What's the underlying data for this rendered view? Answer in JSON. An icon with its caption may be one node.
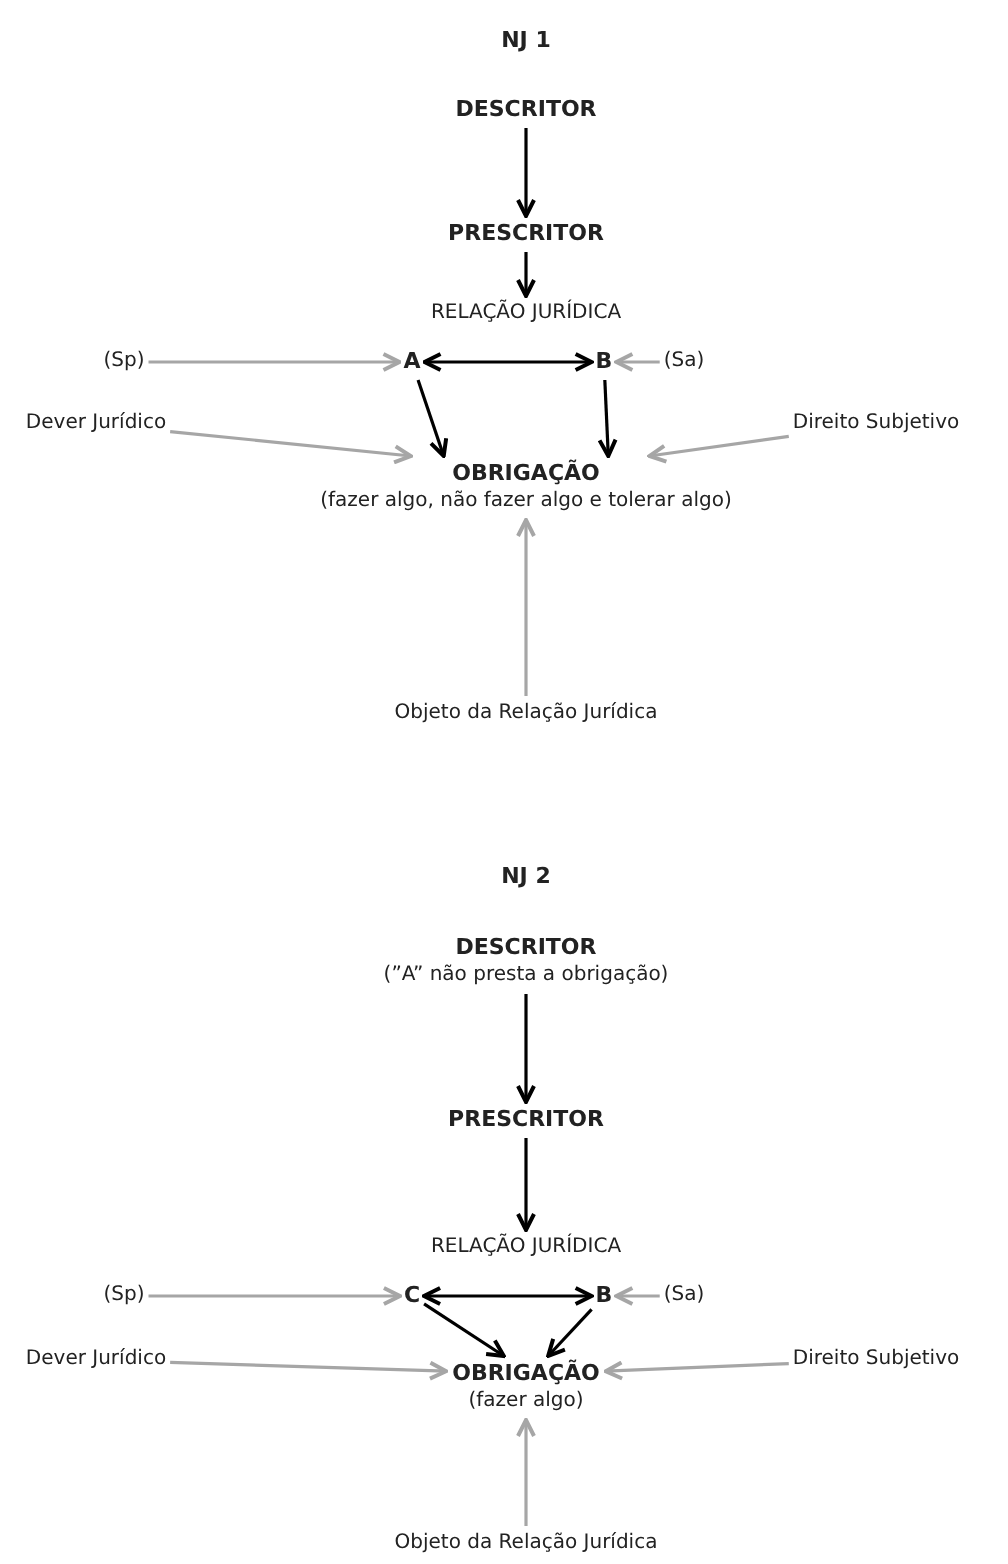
{
  "diagram": {
    "nodes": [
      {
        "text": [
          "DESCRITOR"
        ]
      },
      {
        "text": [
          "PRESCRITOR"
        ]
      },
      {
        "text": [
          "RELAÇÃO JURÍDICA"
        ]
      },
      {
        "text": [
          "(Sp)"
        ]
      },
      {
        "text": [
          "A"
        ]
      },
      {
        "text": [
          "B"
        ]
      },
      {
        "text": [
          "(Sa)"
        ]
      },
      {
        "text": [
          "Dever Jurídico"
        ]
      },
      {
        "text": [
          "Direito Subjetivo"
        ]
      },
      {
        "text": [
          "OBRIGAÇÃO",
          "(fazer algo, não fazer algo e tolerar algo)"
        ]
      },
      {
        "text": [
          "Objeto da Relação Jurídica"
        ]
      },
      {
        "text": [
          "DESCRITOR",
          "(”A” não presta a obrigação)"
        ]
      },
      {
        "text": [
          "PRESCRITOR"
        ]
      },
      {
        "text": [
          "RELAÇÃO JURÍDICA"
        ]
      },
      {
        "text": [
          "(Sp)"
        ]
      },
      {
        "text": [
          "C"
        ]
      },
      {
        "text": [
          "B"
        ]
      },
      {
        "text": [
          "(Sa)"
        ]
      },
      {
        "text": [
          "Dever Jurídico"
        ]
      },
      {
        "text": [
          "Direito Subjetivo"
        ]
      },
      {
        "text": [
          "**OBRIGAÇ**ÃO",
          "(fazer algo)"
        ]
      },
      {
        "text": [
          "Objeto da Relação Jurídica"
        ]
      }
    ],
    "edges": [
      {
        "from": 0,
        "to": 1,
        "arrow": "to"
      },
      {
        "from": 1,
        "to": 2,
        "arrow": "to"
      },
      {
        "from": 3,
        "to": 4,
        "arrow": "to",
        "color": "#a6a6a6"
      },
      {
        "from": 4,
        "to": 5,
        "arrow": "both"
      },
      {
        "from": 6,
        "to": 5,
        "arrow": "to",
        "color": "#a6a6a6"
      },
      {
        "from": 4,
        "to": 9,
        "arrow": "to"
      },
      {
        "from": 5,
        "to": 9,
        "arrow": "to"
      },
      {
        "from": 7,
        "to": 9,
        "arrow": "to",
        "color": "#a6a6a6"
      },
      {
        "from": 8,
        "to": 9,
        "arrow": "to",
        "color": "#a6a6a6"
      },
      {
        "from": 10,
        "to": 9,
        "arrow": "to",
        "color": "#a6a6a6"
      },
      {
        "from": 11,
        "to": 12,
        "arrow": "to"
      },
      {
        "from": 12,
        "to": 13,
        "arrow": "to"
      },
      {
        "from": 14,
        "to": 15,
        "arrow": "to",
        "color": "#a6a6a6"
      },
      {
        "from": 15,
        "to": 16,
        "arrow": "both"
      },
      {
        "from": 17,
        "to": 16,
        "arrow": "to",
        "color": "#a6a6a6"
      },
      {
        "from": 15,
        "to": 20,
        "arrow": "to"
      },
      {
        "from": 16,
        "to": 20,
        "arrow": "to"
      },
      {
        "from": 18,
        "to": 20,
        "arrow": "to",
        "color": "#a6a6a6"
      },
      {
        "from": 19,
        "to": 20,
        "arrow": "to",
        "color": "#a6a6a6"
      },
      {
        "from": 21,
        "to": 20,
        "arrow": "to",
        "color": "#a6a6a6"
      }
    ],
    "labels": [
      "NJ 1",
      "NJ 2"
    ]
  }
}
